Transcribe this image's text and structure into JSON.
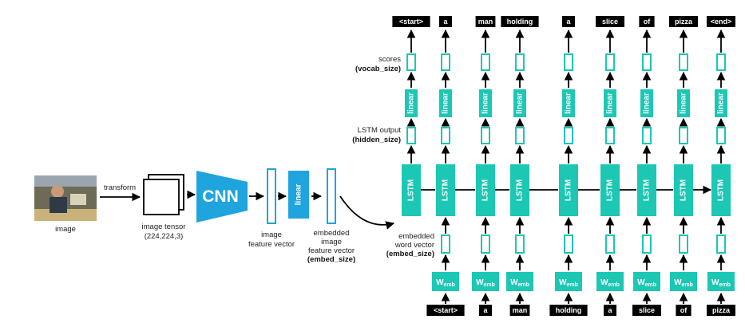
{
  "left": {
    "image_label": "image",
    "transform_label": "transform",
    "tensor_label": "image tensor",
    "tensor_shape": "(224,224,3)",
    "cnn_label": "CNN",
    "feature_label_1": "image",
    "feature_label_2": "feature vector",
    "linear_label": "linear",
    "embedded_label_1": "embedded",
    "embedded_label_2": "image",
    "embedded_label_3": "feature vector",
    "embedded_label_bold": "embed_size"
  },
  "annotations": {
    "scores": "scores",
    "scores_size": "vocab_size",
    "lstm_output": "LSTM output",
    "lstm_output_size": "hidden_size",
    "word_vector_1": "embedded",
    "word_vector_2": "word vector",
    "word_vector_size": "embed_size"
  },
  "blocks": {
    "lstm_label": "LSTM",
    "linear_label": "linear",
    "emb_label": "W",
    "emb_subscript": "emb"
  },
  "output_tokens": [
    "<start>",
    "a",
    "man",
    "holding",
    "a",
    "slice",
    "of",
    "pizza",
    "<end>"
  ],
  "input_tokens": [
    "<start>",
    "a",
    "man",
    "holding",
    "a",
    "slice",
    "of",
    "pizza"
  ],
  "colors": {
    "teal": "#1cc7b4",
    "blue": "#1fa4dd",
    "token_bg": "#000000",
    "token_text": "#ffffff"
  }
}
